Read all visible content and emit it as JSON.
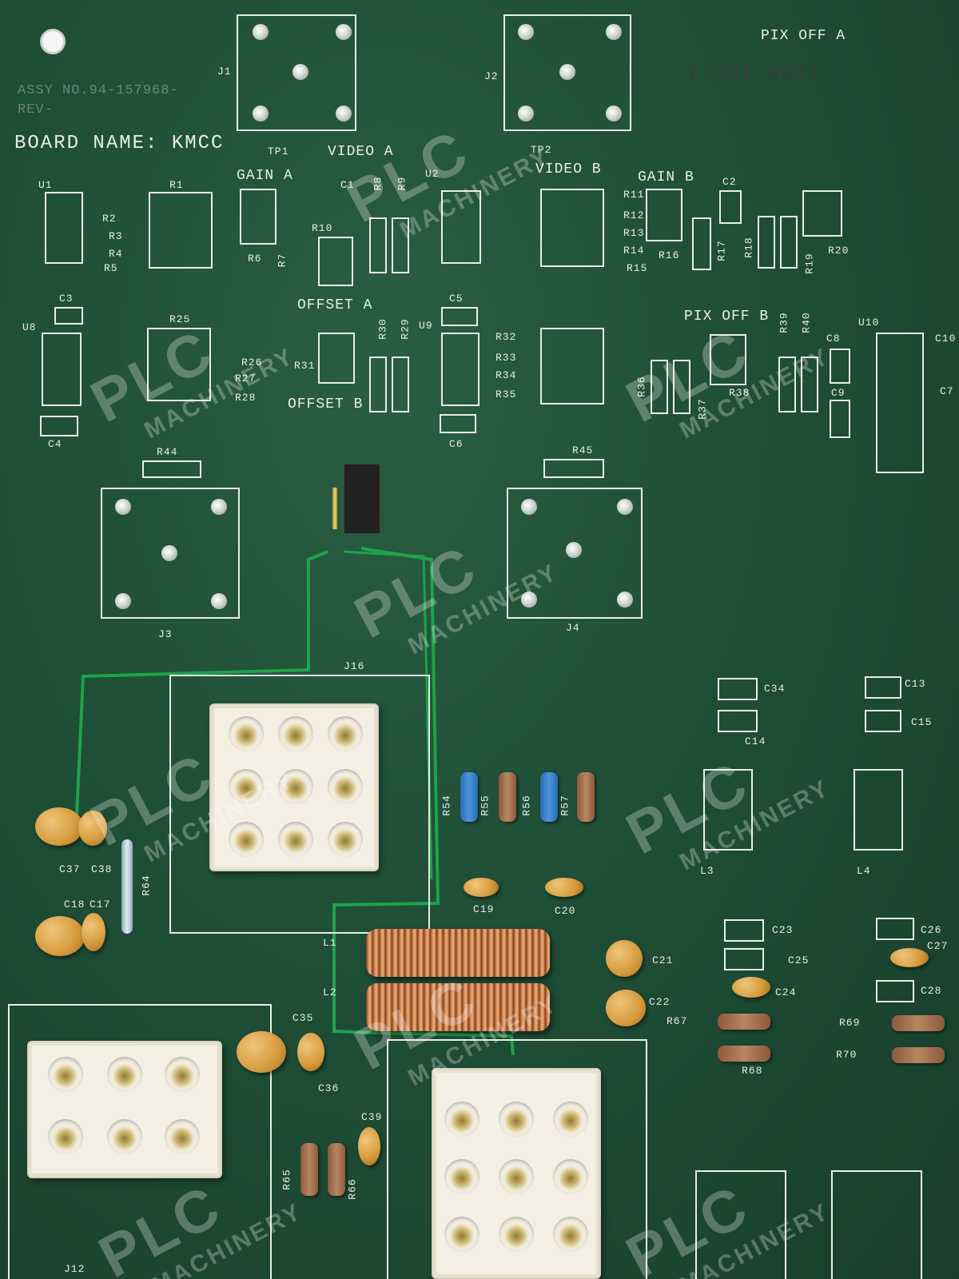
{
  "board": {
    "board_name": "BOARD NAME: KMCC",
    "assy": "ASSY NO.94-157968-",
    "rev": "REV-",
    "serial": "67581.0007",
    "pix_off_a": "PIX OFF A",
    "pix_off_b": "PIX OFF B",
    "video_a": "VIDEO A",
    "video_b": "VIDEO B",
    "gain_a": "GAIN A",
    "gain_b": "GAIN B",
    "offset_a": "OFFSET A",
    "offset_b": "OFFSET B"
  },
  "designators": {
    "J1": "J1",
    "J2": "J2",
    "J3": "J3",
    "J4": "J4",
    "J12": "J12",
    "J16": "J16",
    "TP1": "TP1",
    "TP2": "TP2",
    "U1": "U1",
    "U2": "U2",
    "U8": "U8",
    "U9": "U9",
    "U10": "U10",
    "R1": "R1",
    "R2": "R2",
    "R3": "R3",
    "R4": "R4",
    "R5": "R5",
    "R6": "R6",
    "R7": "R7",
    "R8": "R8",
    "R9": "R9",
    "R10": "R10",
    "R11": "R11",
    "R12": "R12",
    "R13": "R13",
    "R14": "R14",
    "R15": "R15",
    "R16": "R16",
    "R17": "R17",
    "R18": "R18",
    "R19": "R19",
    "R20": "R20",
    "R25": "R25",
    "R26": "R26",
    "R27": "R27",
    "R28": "R28",
    "R29": "R29",
    "R30": "R30",
    "R31": "R31",
    "R32": "R32",
    "R33": "R33",
    "R34": "R34",
    "R35": "R35",
    "R36": "R36",
    "R37": "R37",
    "R38": "R38",
    "R39": "R39",
    "R40": "R40",
    "R44": "R44",
    "R45": "R45",
    "R54": "R54",
    "R55": "R55",
    "R56": "R56",
    "R57": "R57",
    "R64": "R64",
    "R65": "R65",
    "R66": "R66",
    "R67": "R67",
    "R68": "R68",
    "R69": "R69",
    "R70": "R70",
    "C1": "C1",
    "C2": "C2",
    "C3": "C3",
    "C4": "C4",
    "C5": "C5",
    "C6": "C6",
    "C7": "C7",
    "C8": "C8",
    "C9": "C9",
    "C10": "C10",
    "C13": "C13",
    "C14": "C14",
    "C15": "C15",
    "C17": "C17",
    "C18": "C18",
    "C19": "C19",
    "C20": "C20",
    "C21": "C21",
    "C22": "C22",
    "C23": "C23",
    "C24": "C24",
    "C25": "C25",
    "C26": "C26",
    "C27": "C27",
    "C28": "C28",
    "C34": "C34",
    "C35": "C35",
    "C36": "C36",
    "C37": "C37",
    "C38": "C38",
    "C39": "C39",
    "L1": "L1",
    "L2": "L2",
    "L3": "L3",
    "L4": "L4"
  },
  "watermark": {
    "brand": "PLC",
    "sub": "MACHINERY"
  },
  "colors": {
    "pcb": "#1f4f37",
    "silkscreen": "#e8eee8",
    "connector": "#f3efe3",
    "capacitor": "#d49a3c"
  }
}
